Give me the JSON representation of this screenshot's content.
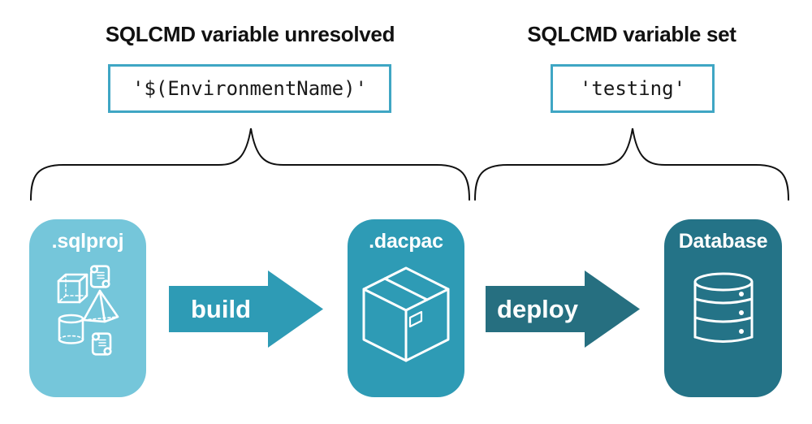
{
  "annotations": {
    "left": {
      "title": "SQLCMD variable unresolved",
      "code": "'$(EnvironmentName)'"
    },
    "right": {
      "title": "SQLCMD variable set",
      "code": "'testing'"
    }
  },
  "pipeline": {
    "nodes": [
      {
        "label": ".sqlproj",
        "color": "#75C6DA",
        "icon": "sql-objects-icon"
      },
      {
        "label": ".dacpac",
        "color": "#2E9BB5",
        "icon": "package-icon"
      },
      {
        "label": "Database",
        "color": "#247387",
        "icon": "database-icon"
      }
    ],
    "arrows": [
      {
        "label": "build",
        "color": "#2E9BB5"
      },
      {
        "label": "deploy",
        "color": "#266F80"
      }
    ]
  },
  "colors": {
    "background": "#FFFFFF",
    "heading_text": "#111111",
    "code_text": "#1A1A1A",
    "code_border": "#3FA6C4",
    "brace": "#111111",
    "icon_stroke": "#FFFFFF"
  }
}
